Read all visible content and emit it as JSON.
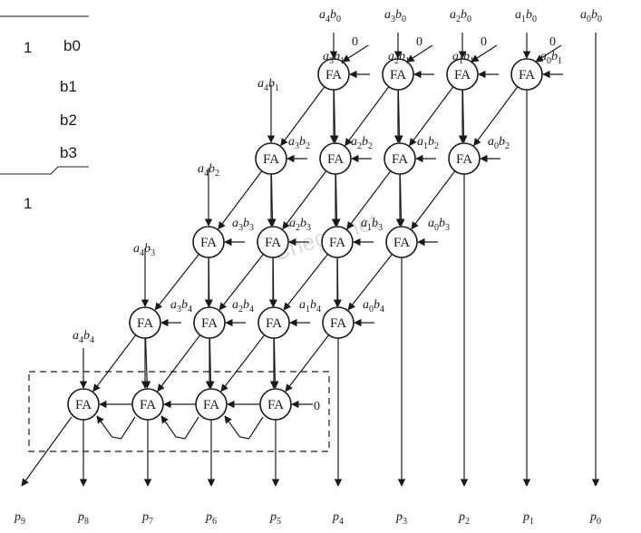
{
  "fa_label": "FA",
  "zero": "0",
  "header_table": {
    "row_left": "1",
    "b_labels": [
      "b0",
      "b1",
      "b2",
      "b3"
    ],
    "bottom_left": "1"
  },
  "watermark": "Chegg.net",
  "inputs": {
    "row0_top": [
      [
        "a",
        "4",
        "b",
        "0"
      ],
      [
        "a",
        "3",
        "b",
        "0"
      ],
      [
        "a",
        "2",
        "b",
        "0"
      ],
      [
        "a",
        "1",
        "b",
        "0"
      ],
      [
        "a",
        "0",
        "b",
        "0"
      ]
    ],
    "row0_side": [
      [
        "a",
        "3",
        "b",
        "1"
      ],
      [
        "a",
        "2",
        "b",
        "1"
      ],
      [
        "a",
        "1",
        "b",
        "1"
      ],
      [
        "a",
        "0",
        "b",
        "1"
      ]
    ],
    "row1_top": [
      "a",
      "4",
      "b",
      "1"
    ],
    "row1_side": [
      [
        "a",
        "3",
        "b",
        "2"
      ],
      [
        "a",
        "2",
        "b",
        "2"
      ],
      [
        "a",
        "1",
        "b",
        "2"
      ],
      [
        "a",
        "0",
        "b",
        "2"
      ]
    ],
    "row2_top": [
      "a",
      "4",
      "b",
      "2"
    ],
    "row2_side": [
      [
        "a",
        "3",
        "b",
        "3"
      ],
      [
        "a",
        "2",
        "b",
        "3"
      ],
      [
        "a",
        "1",
        "b",
        "3"
      ],
      [
        "a",
        "0",
        "b",
        "3"
      ]
    ],
    "row3_top": [
      "a",
      "4",
      "b",
      "3"
    ],
    "row3_side": [
      [
        "a",
        "3",
        "b",
        "4"
      ],
      [
        "a",
        "2",
        "b",
        "4"
      ],
      [
        "a",
        "1",
        "b",
        "4"
      ],
      [
        "a",
        "0",
        "b",
        "4"
      ]
    ],
    "row4_top": [
      "a",
      "4",
      "b",
      "4"
    ]
  },
  "outputs": [
    [
      "p",
      "9"
    ],
    [
      "p",
      "8"
    ],
    [
      "p",
      "7"
    ],
    [
      "p",
      "6"
    ],
    [
      "p",
      "5"
    ],
    [
      "p",
      "4"
    ],
    [
      "p",
      "3"
    ],
    [
      "p",
      "2"
    ],
    [
      "p",
      "1"
    ],
    [
      "p",
      "0"
    ]
  ]
}
